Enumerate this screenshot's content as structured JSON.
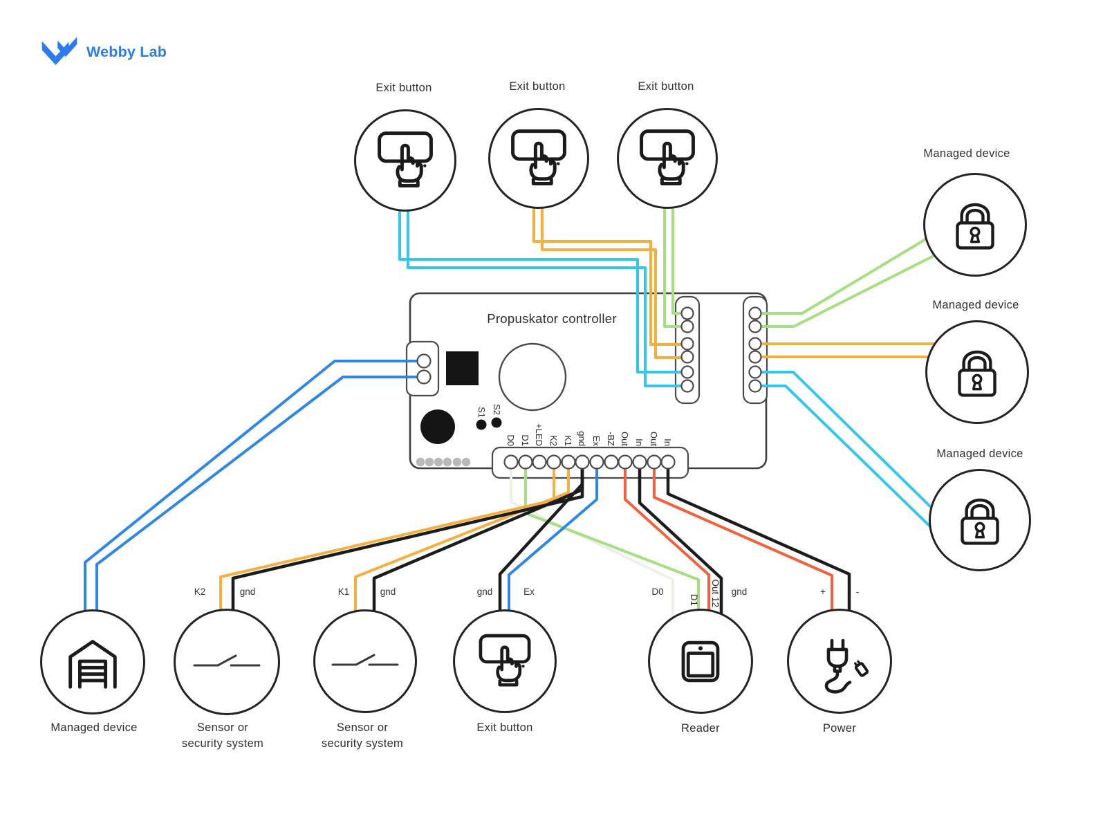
{
  "logo": {
    "text": "Webby Lab"
  },
  "controller": {
    "title": "Propuskator controller",
    "switches": [
      "S1",
      "S2"
    ],
    "pins": [
      "D0",
      "D1",
      "+LED",
      "K2",
      "K1",
      "gnd",
      "Ex",
      "-BZ",
      "Out",
      "In",
      "Out",
      "In"
    ]
  },
  "top_devices": [
    {
      "label": "Exit button"
    },
    {
      "label": "Exit button"
    },
    {
      "label": "Exit button"
    }
  ],
  "right_devices": [
    {
      "label": "Managed device"
    },
    {
      "label": "Managed device"
    },
    {
      "label": "Managed device"
    }
  ],
  "bottom_devices": [
    {
      "label": "Managed device",
      "wires": []
    },
    {
      "label": "Sensor or",
      "label2": "security system",
      "wires": [
        "K2",
        "gnd"
      ]
    },
    {
      "label": "Sensor or",
      "label2": "security system",
      "wires": [
        "K1",
        "gnd"
      ]
    },
    {
      "label": "Exit button",
      "wires": [
        "gnd",
        "Ex"
      ]
    },
    {
      "label": "Reader",
      "wires": [
        "D0",
        "D1",
        "Out 12",
        "gnd"
      ]
    },
    {
      "label": "Power",
      "wires": [
        "+",
        "-"
      ]
    }
  ],
  "colors": {
    "cyan": "#33c7f0",
    "orange": "#f5af3e",
    "green": "#a6df80",
    "blue": "#2e86e8",
    "red": "#f3603b",
    "black": "#1c1c1c",
    "white_wire": "#efefe9",
    "logo_blue": "#2b7bf0"
  }
}
